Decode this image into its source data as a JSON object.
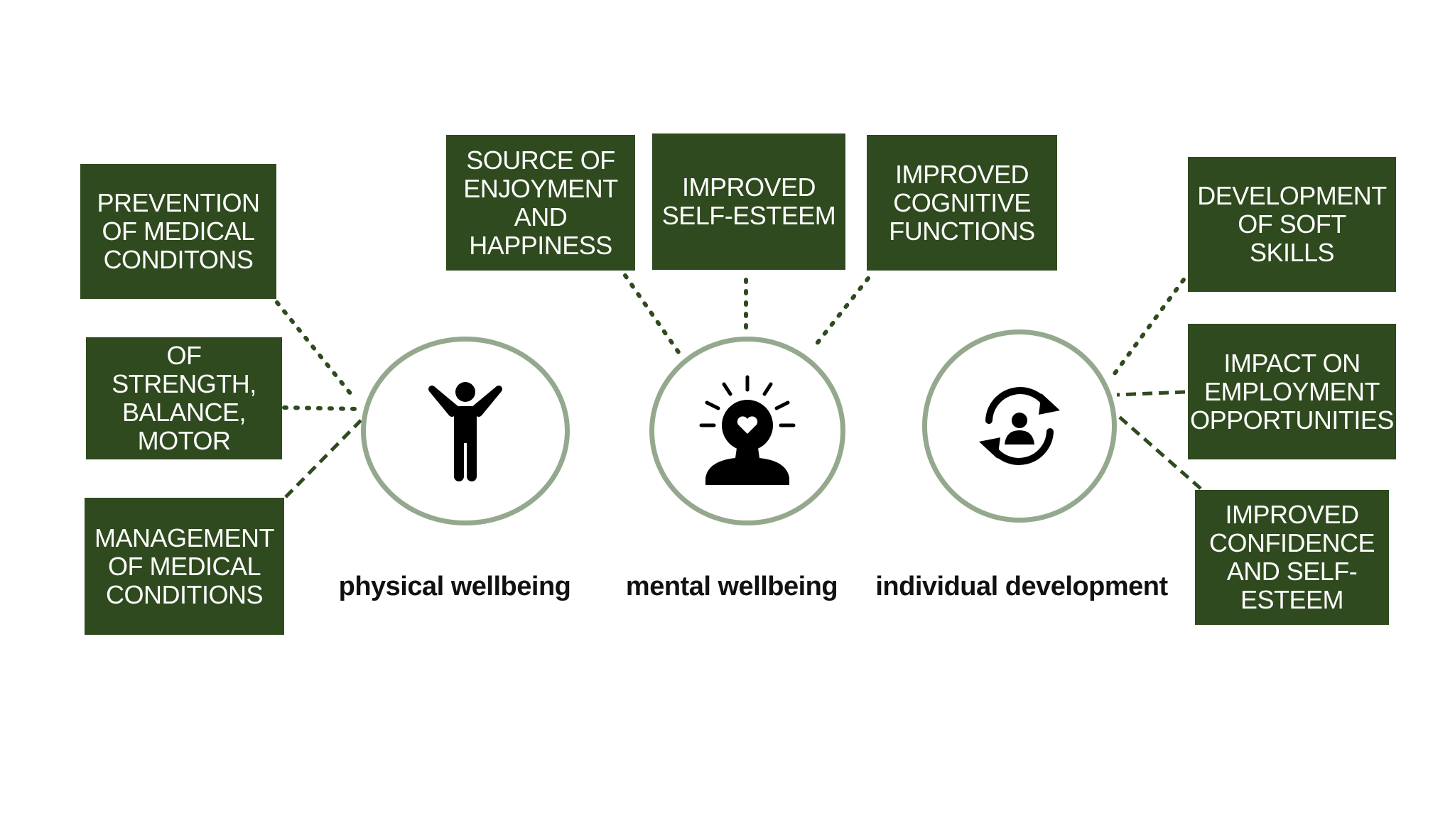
{
  "colors": {
    "box_fill": "#2f4a1e",
    "box_text": "#ffffff",
    "hub_ring": "#94a88e",
    "connector": "#2f4a1e",
    "caption_text": "#111111",
    "icon": "#000000"
  },
  "hubs": {
    "physical": {
      "label": "physical wellbeing",
      "icon": "person-arms-raised-icon"
    },
    "mental": {
      "label": "mental wellbeing",
      "icon": "head-with-heart-icon"
    },
    "individual": {
      "label": "individual development",
      "icon": "person-cycle-arrows-icon"
    }
  },
  "boxes": {
    "prevention": "PREVENTION\nOF MEDICAL\nCONDITONS",
    "maintenance": "MAINTENANCE\nOF STRENGTH,\nBALANCE,\nMOTOR SKILLS",
    "management": "MANAGEMENT\nOF MEDICAL\nCONDITIONS",
    "enjoyment": "SOURCE OF\nENJOYMENT\nAND\nHAPPINESS",
    "self_esteem": "IMPROVED\nSELF-ESTEEM",
    "cognitive": "IMPROVED\nCOGNITIVE\nFUNCTIONS",
    "soft_skills": "DEVELOPMENT\nOF SOFT SKILLS",
    "employment": "IMPACT ON\nEMPLOYMENT\nOPPORTUNITIES",
    "confidence": "IMPROVED\nCONFIDENCE\nAND SELF-\nESTEEM"
  }
}
